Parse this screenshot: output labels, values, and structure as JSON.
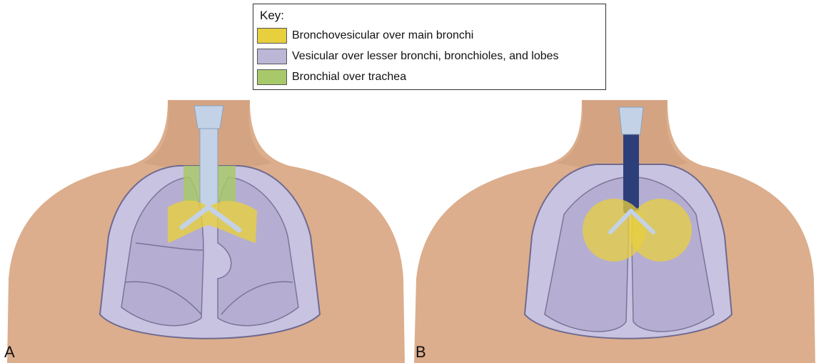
{
  "key": {
    "title": "Key:",
    "items": [
      {
        "label": "Bronchovesicular over main bronchi",
        "color": "#e8cf3e"
      },
      {
        "label": "Vesicular over lesser bronchi, bronchioles, and lobes",
        "color": "#bcb7d6"
      },
      {
        "label": "Bronchial over trachea",
        "color": "#a8c96a"
      }
    ]
  },
  "panels": [
    {
      "label": "A"
    },
    {
      "label": "B"
    }
  ],
  "colors": {
    "skin": "#dcae8d",
    "skin_shadow": "#c99474",
    "lung": "#b5aed2",
    "lung_outline": "#6f6a8f",
    "pleura": "#c9c3e2",
    "trachea": "#c3d2e6",
    "posterior_trachea": "#2c3f7a"
  }
}
